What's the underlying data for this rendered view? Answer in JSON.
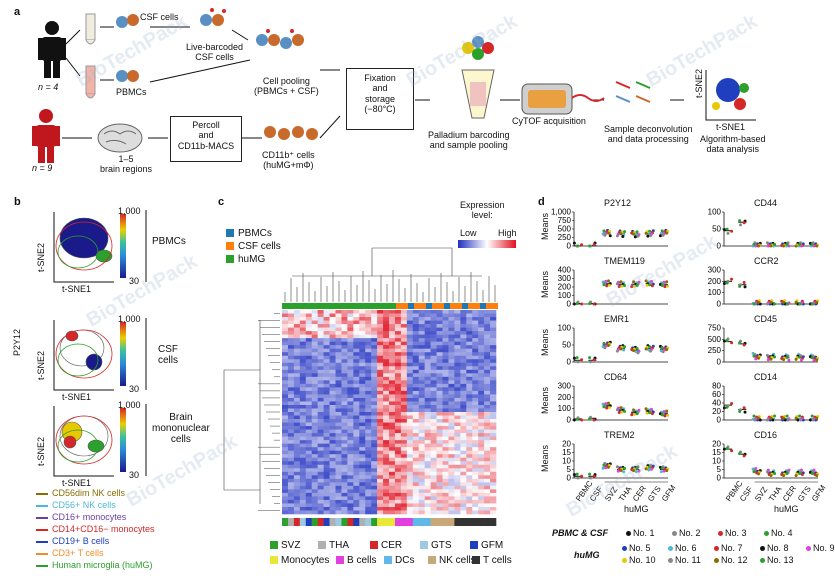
{
  "panel_a": {
    "letter": "a",
    "n4": "n = 4",
    "n9": "n = 9",
    "csf_cells": "CSF cells",
    "pbmcs": "PBMCs",
    "live_barcoded": "Live-barcoded\nCSF cells",
    "cell_pooling": "Cell pooling\n(PBMCs + CSF)",
    "fixation": "Fixation\nand\nstorage\n(−80°C)",
    "palladium": "Palladium barcoding\nand sample pooling",
    "cytof": "CyTOF acquisition",
    "deconv": "Sample deconvolution\nand data processing",
    "tsne_label": "t-SNE2",
    "tsne1": "t-SNE1",
    "algorithm": "Algorithm-based\ndata analysis",
    "percoll": "Percoll\nand\nCD11b-MACS",
    "cd11b": "CD11b⁺ cells\n(huMG+mΦ)",
    "brain_regions": "1–5\nbrain regions"
  },
  "panel_b": {
    "letter": "b",
    "scale_max": "1,000",
    "scale_min": "30",
    "x_label": "t-SNE1",
    "y_label": "t-SNE2",
    "marker": "P2Y12",
    "plots": [
      {
        "label": "PBMCs"
      },
      {
        "label": "CSF cells"
      },
      {
        "label": "Brain\nmononuclear\ncells"
      }
    ],
    "legend": [
      {
        "text": "CD56dim NK cells",
        "color": "#8a6d00"
      },
      {
        "text": "CD56+ NK cells",
        "color": "#4db8d8"
      },
      {
        "text": "CD16+ monocytes",
        "color": "#6b3fa0"
      },
      {
        "text": "CD14+CD16− monocytes",
        "color": "#d62728"
      },
      {
        "text": "CD19+ B cells",
        "color": "#1f3fbf"
      },
      {
        "text": "CD3+ T cells",
        "color": "#f28c28"
      },
      {
        "text": "Human microglia (huMG)",
        "color": "#2ca02c"
      }
    ]
  },
  "panel_c": {
    "letter": "c",
    "legend_top": [
      {
        "text": "PBMCs",
        "color": "#1f77b4"
      },
      {
        "text": "CSF cells",
        "color": "#ff7f0e"
      },
      {
        "text": "huMG",
        "color": "#2ca02c"
      }
    ],
    "expression_label": "Expression\nlevel:",
    "low": "Low",
    "high": "High",
    "bottom_legend": [
      {
        "text": "SVZ",
        "color": "#2ca02c"
      },
      {
        "text": "THA",
        "color": "#b0b0b0"
      },
      {
        "text": "CER",
        "color": "#d62728"
      },
      {
        "text": "GTS",
        "color": "#9ec9e2"
      },
      {
        "text": "GFM",
        "color": "#1f3fbf"
      },
      {
        "text": "Monocytes",
        "color": "#e8e838"
      },
      {
        "text": "B cells",
        "color": "#e040e0"
      },
      {
        "text": "DCs",
        "color": "#5fb8e8"
      },
      {
        "text": "NK cells",
        "color": "#c8a878"
      },
      {
        "text": "T cells",
        "color": "#333333"
      }
    ]
  },
  "panel_d": {
    "letter": "d",
    "y_label": "Means",
    "x_categories": [
      "PBMC",
      "CSF",
      "SVZ",
      "THA",
      "CER",
      "GTS",
      "GFM"
    ],
    "humg_label": "huMG",
    "legend_pbmc_csf_label": "PBMC & CSF",
    "legend_humg_label": "huMG",
    "pbmc_csf_donors": [
      {
        "text": "No. 1",
        "color": "#111111"
      },
      {
        "text": "No. 2",
        "color": "#888888"
      },
      {
        "text": "No. 3",
        "color": "#d62728"
      },
      {
        "text": "No. 4",
        "color": "#2ca02c"
      }
    ],
    "humg_donors": [
      {
        "text": "No. 5",
        "color": "#1f3fbf"
      },
      {
        "text": "No. 6",
        "color": "#4db8d8"
      },
      {
        "text": "No. 7",
        "color": "#d62728"
      },
      {
        "text": "No. 8",
        "color": "#111111"
      },
      {
        "text": "No. 9",
        "color": "#e040e0"
      },
      {
        "text": "No. 10",
        "color": "#e8c800"
      },
      {
        "text": "No. 11",
        "color": "#888888"
      },
      {
        "text": "No. 12",
        "color": "#8a6d00"
      },
      {
        "text": "No. 13",
        "color": "#2ca02c"
      }
    ]
  },
  "chart_data": [
    {
      "type": "scatter",
      "title": "P2Y12",
      "ylabel": "Means",
      "categories": [
        "PBMC",
        "CSF",
        "SVZ",
        "THA",
        "CER",
        "GTS",
        "GFM"
      ],
      "ylim": [
        0,
        1000
      ],
      "yticks": [
        "0",
        "250",
        "500",
        "750",
        "1,000"
      ],
      "values": [
        5,
        10,
        380,
        360,
        350,
        370,
        380
      ]
    },
    {
      "type": "scatter",
      "title": "CD44",
      "ylabel": "",
      "categories": [
        "PBMC",
        "CSF",
        "SVZ",
        "THA",
        "CER",
        "GTS",
        "GFM"
      ],
      "ylim": [
        0,
        100
      ],
      "yticks": [
        "0",
        "50",
        "100"
      ],
      "values": [
        45,
        70,
        3,
        3,
        3,
        3,
        3
      ]
    },
    {
      "type": "scatter",
      "title": "TMEM119",
      "ylabel": "Means",
      "categories": [
        "PBMC",
        "CSF",
        "SVZ",
        "THA",
        "CER",
        "GTS",
        "GFM"
      ],
      "ylim": [
        0,
        400
      ],
      "yticks": [
        "0",
        "100",
        "200",
        "300",
        "400"
      ],
      "values": [
        5,
        5,
        240,
        230,
        230,
        240,
        230
      ]
    },
    {
      "type": "scatter",
      "title": "CCR2",
      "ylabel": "",
      "categories": [
        "PBMC",
        "CSF",
        "SVZ",
        "THA",
        "CER",
        "GTS",
        "GFM"
      ],
      "ylim": [
        0,
        300
      ],
      "yticks": [
        "0",
        "100",
        "200",
        "300"
      ],
      "values": [
        200,
        170,
        5,
        5,
        5,
        5,
        5
      ]
    },
    {
      "type": "scatter",
      "title": "EMR1",
      "ylabel": "Means",
      "categories": [
        "PBMC",
        "CSF",
        "SVZ",
        "THA",
        "CER",
        "GTS",
        "GFM"
      ],
      "ylim": [
        0,
        100
      ],
      "yticks": [
        "0",
        "50",
        "100"
      ],
      "values": [
        5,
        5,
        50,
        40,
        35,
        40,
        38
      ]
    },
    {
      "type": "scatter",
      "title": "CD45",
      "ylabel": "",
      "categories": [
        "PBMC",
        "CSF",
        "SVZ",
        "THA",
        "CER",
        "GTS",
        "GFM"
      ],
      "ylim": [
        0,
        750
      ],
      "yticks": [
        "0",
        "250",
        "500",
        "750"
      ],
      "values": [
        450,
        400,
        130,
        110,
        100,
        105,
        95
      ]
    },
    {
      "type": "scatter",
      "title": "CD64",
      "ylabel": "Means",
      "categories": [
        "PBMC",
        "CSF",
        "SVZ",
        "THA",
        "CER",
        "GTS",
        "GFM"
      ],
      "ylim": [
        0,
        300
      ],
      "yticks": [
        "0",
        "100",
        "200",
        "300"
      ],
      "values": [
        10,
        15,
        130,
        90,
        70,
        80,
        60
      ]
    },
    {
      "type": "scatter",
      "title": "CD14",
      "ylabel": "",
      "categories": [
        "PBMC",
        "CSF",
        "SVZ",
        "THA",
        "CER",
        "GTS",
        "GFM"
      ],
      "ylim": [
        0,
        80
      ],
      "yticks": [
        "0",
        "20",
        "40",
        "60",
        "80"
      ],
      "values": [
        35,
        25,
        3,
        3,
        3,
        3,
        3
      ]
    },
    {
      "type": "scatter",
      "title": "TREM2",
      "ylabel": "Means",
      "categories": [
        "PBMC",
        "CSF",
        "SVZ",
        "THA",
        "CER",
        "GTS",
        "GFM"
      ],
      "ylim": [
        0,
        20
      ],
      "yticks": [
        "0",
        "5",
        "10",
        "15",
        "20"
      ],
      "values": [
        1,
        1,
        7,
        5,
        5,
        6,
        5
      ]
    },
    {
      "type": "scatter",
      "title": "CD16",
      "ylabel": "",
      "categories": [
        "PBMC",
        "CSF",
        "SVZ",
        "THA",
        "CER",
        "GTS",
        "GFM"
      ],
      "ylim": [
        0,
        20
      ],
      "yticks": [
        "0",
        "5",
        "10",
        "15",
        "20"
      ],
      "values": [
        17,
        14,
        4,
        3,
        3,
        3,
        3
      ]
    }
  ]
}
